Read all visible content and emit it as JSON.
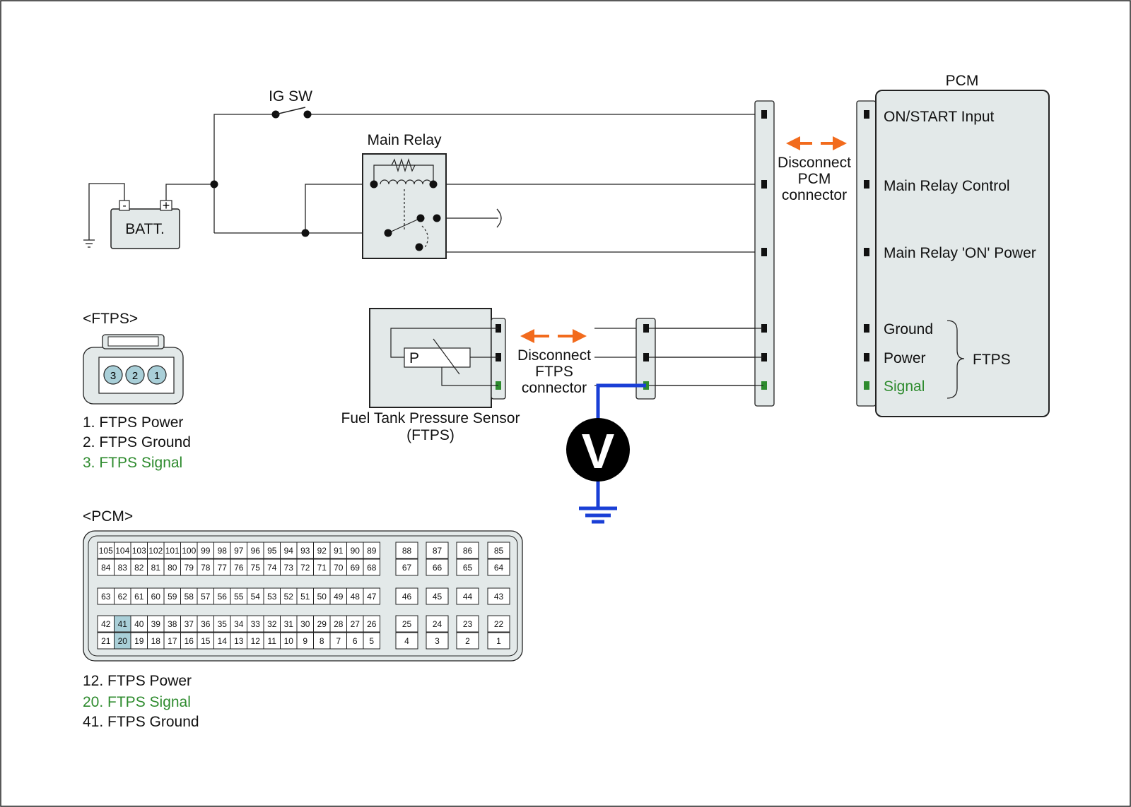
{
  "battery": {
    "label": "BATT.",
    "neg": "-",
    "pos": "+"
  },
  "ig_sw": {
    "label": "IG SW"
  },
  "main_relay": {
    "label": "Main Relay"
  },
  "pcm": {
    "title": "PCM",
    "pins": [
      "ON/START Input",
      "Main Relay Control",
      "Main Relay 'ON' Power",
      "Ground",
      "Power",
      "Signal"
    ],
    "group_label": "FTPS"
  },
  "pcm_connector_note": [
    "Disconnect",
    "PCM",
    "connector"
  ],
  "ftps_connector_note": [
    "Disconnect",
    "FTPS",
    "connector"
  ],
  "sensor": {
    "label": "Fuel Tank Pressure Sensor",
    "sub": "(FTPS)",
    "p": "P"
  },
  "voltmeter": {
    "symbol": "V"
  },
  "ftps_pinout": {
    "title": "<FTPS>",
    "pins": [
      "3",
      "2",
      "1"
    ],
    "legend": [
      "1. FTPS Power",
      "2. FTPS Ground",
      "3. FTPS Signal"
    ]
  },
  "pcm_pinout": {
    "title": "<PCM>",
    "row1": [
      "105",
      "104",
      "103",
      "102",
      "101",
      "100",
      "99",
      "98",
      "97",
      "96",
      "95",
      "94",
      "93",
      "92",
      "91",
      "90",
      "89"
    ],
    "row2": [
      "84",
      "83",
      "82",
      "81",
      "80",
      "79",
      "78",
      "77",
      "76",
      "75",
      "74",
      "73",
      "72",
      "71",
      "70",
      "69",
      "68"
    ],
    "row3": [
      "63",
      "62",
      "61",
      "60",
      "59",
      "58",
      "57",
      "56",
      "55",
      "54",
      "53",
      "52",
      "51",
      "50",
      "49",
      "48",
      "47"
    ],
    "row4": [
      "42",
      "41",
      "40",
      "39",
      "38",
      "37",
      "36",
      "35",
      "34",
      "33",
      "32",
      "31",
      "30",
      "29",
      "28",
      "27",
      "26"
    ],
    "row5": [
      "21",
      "20",
      "19",
      "18",
      "17",
      "16",
      "15",
      "14",
      "13",
      "12",
      "11",
      "10",
      "9",
      "8",
      "7",
      "6",
      "5"
    ],
    "right_top": [
      "88",
      "87",
      "86",
      "85"
    ],
    "right_top2": [
      "67",
      "66",
      "65",
      "64"
    ],
    "right_mid": [
      "46",
      "45",
      "44",
      "43"
    ],
    "right_bot": [
      "25",
      "24",
      "23",
      "22"
    ],
    "right_bot2": [
      "4",
      "3",
      "2",
      "1"
    ],
    "highlighted": [
      "41",
      "20"
    ],
    "legend": [
      "12. FTPS Power",
      "20. FTPS Signal",
      "41. FTPS Ground"
    ]
  },
  "colors": {
    "signal": "#2e8b2e",
    "arrow": "#f26b1d",
    "meter_wire": "#1a3fd6",
    "panel": "#e3e9e9",
    "highlight": "#a9cfd8"
  }
}
